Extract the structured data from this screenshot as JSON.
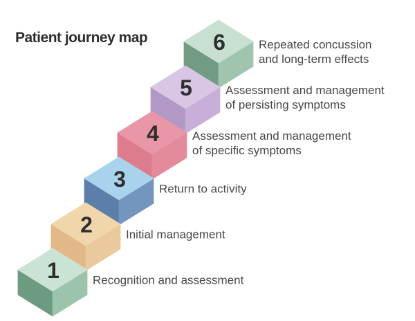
{
  "title": "Patient journey map",
  "colors": {
    "background": "#ffffff",
    "title_text": "#2f2f2f",
    "label_text": "#474747",
    "number_text": "#2e2e2e"
  },
  "diagram": {
    "type": "staircase-journey-map",
    "steps": [
      {
        "number": "1",
        "label_lines": [
          "Recognition and assessment"
        ],
        "cube_colors": {
          "top": "#cbe3d4",
          "left": "#6d9b80",
          "right": "#9cc3ab"
        }
      },
      {
        "number": "2",
        "label_lines": [
          "Initial management"
        ],
        "cube_colors": {
          "top": "#f2d6ab",
          "left": "#e2b888",
          "right": "#eaca9d"
        }
      },
      {
        "number": "3",
        "label_lines": [
          "Return to activity"
        ],
        "cube_colors": {
          "top": "#a9d3ed",
          "left": "#5c7fa9",
          "right": "#7495be"
        }
      },
      {
        "number": "4",
        "label_lines": [
          "Assessment and management",
          "of specific symptoms"
        ],
        "cube_colors": {
          "top": "#e997a6",
          "left": "#dd7c8d",
          "right": "#e38a9b"
        }
      },
      {
        "number": "5",
        "label_lines": [
          "Assessment and management",
          "of persisting symptoms"
        ],
        "cube_colors": {
          "top": "#d9c6e4",
          "left": "#b299c5",
          "right": "#c8afd9"
        }
      },
      {
        "number": "6",
        "label_lines": [
          "Repeated concussion",
          "and long-term effects"
        ],
        "cube_colors": {
          "top": "#c8e0d1",
          "left": "#719c83",
          "right": "#a0c5ae"
        }
      }
    ]
  }
}
